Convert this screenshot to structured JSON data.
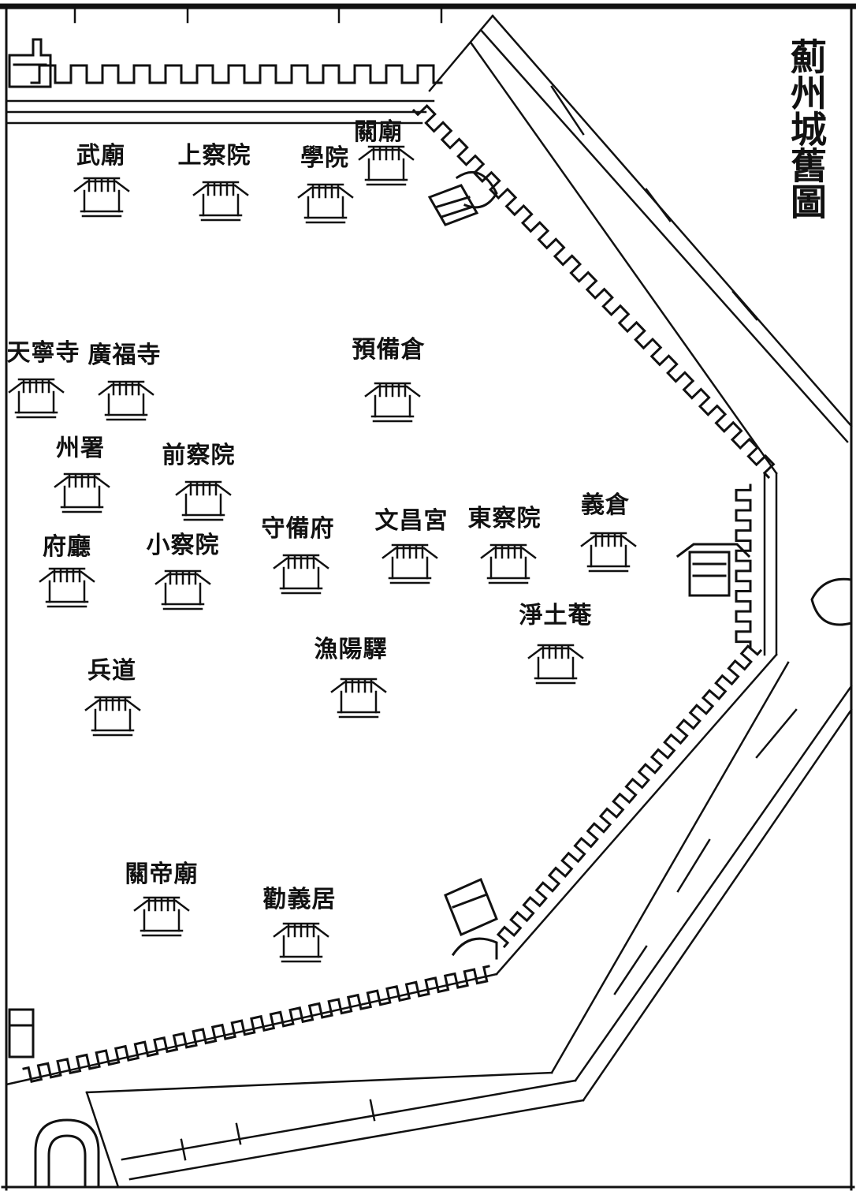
{
  "title": "薊州城舊圖",
  "buildings": [
    {
      "key": "wu-miao",
      "label": "武廟"
    },
    {
      "key": "shang-cha-yuan",
      "label": "上察院"
    },
    {
      "key": "xue-yuan",
      "label": "學院"
    },
    {
      "key": "guan-miao",
      "label": "關廟"
    },
    {
      "key": "tian-ning-si",
      "label": "天寧寺"
    },
    {
      "key": "guang-fu-si",
      "label": "廣福寺"
    },
    {
      "key": "yu-bei-cang",
      "label": "預備倉"
    },
    {
      "key": "zhou-shu",
      "label": "州署"
    },
    {
      "key": "qian-cha-yuan",
      "label": "前察院"
    },
    {
      "key": "fu-ting",
      "label": "府廳"
    },
    {
      "key": "xiao-cha-yuan",
      "label": "小察院"
    },
    {
      "key": "shou-bei-fu",
      "label": "守備府"
    },
    {
      "key": "wen-chang-gong",
      "label": "文昌宮"
    },
    {
      "key": "dong-cha-yuan",
      "label": "東察院"
    },
    {
      "key": "yi-cang",
      "label": "義倉"
    },
    {
      "key": "jing-tu-an",
      "label": "淨土菴"
    },
    {
      "key": "yu-yang-yi",
      "label": "漁陽驛"
    },
    {
      "key": "bing-dao",
      "label": "兵道"
    },
    {
      "key": "guan-di-miao",
      "label": "關帝廟"
    },
    {
      "key": "quan-yi-ju",
      "label": "勸義居"
    }
  ]
}
